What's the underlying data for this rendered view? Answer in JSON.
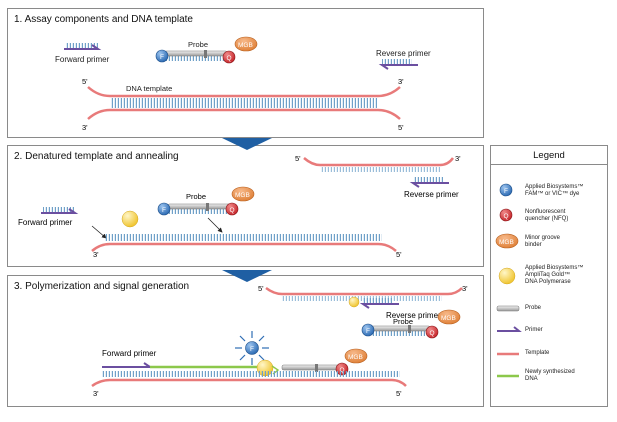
{
  "panels": [
    {
      "title": "1. Assay components and DNA template"
    },
    {
      "title": "2. Denatured template and annealing"
    },
    {
      "title": "3. Polymerization and signal generation"
    }
  ],
  "labels": {
    "forward_primer": "Forward primer",
    "reverse_primer": "Reverse primer",
    "probe": "Probe",
    "dna_template": "DNA template",
    "mgb": "MGB",
    "dye": "F",
    "quencher": "Q",
    "five_prime": "5'",
    "three_prime": "3'"
  },
  "legend": {
    "title": "Legend",
    "items": [
      {
        "label": "Applied Biosystems™\nFAM™ or VIC™ dye"
      },
      {
        "label": "Nonfluorescent\nquencher (NFQ)"
      },
      {
        "label": "Minor groove\nbinder"
      },
      {
        "label": "Applied Biosystems™\nAmpliTaq Gold™\nDNA Polymerase"
      },
      {
        "label": "Probe"
      },
      {
        "label": "Primer"
      },
      {
        "label": "Template"
      },
      {
        "label": "Newly synthesized\nDNA"
      }
    ]
  },
  "colors": {
    "template": "#e87a7a",
    "ticks": "#6fa0c8",
    "primer": "#6b4fa0",
    "probe": "#9a9a9a",
    "new_dna": "#8cc84b",
    "dye": "#2f6db5",
    "quencher": "#c8282d",
    "mgb": "#e0823a",
    "polymerase": "#f3cf3a",
    "arrow": "#1f5fa3"
  }
}
